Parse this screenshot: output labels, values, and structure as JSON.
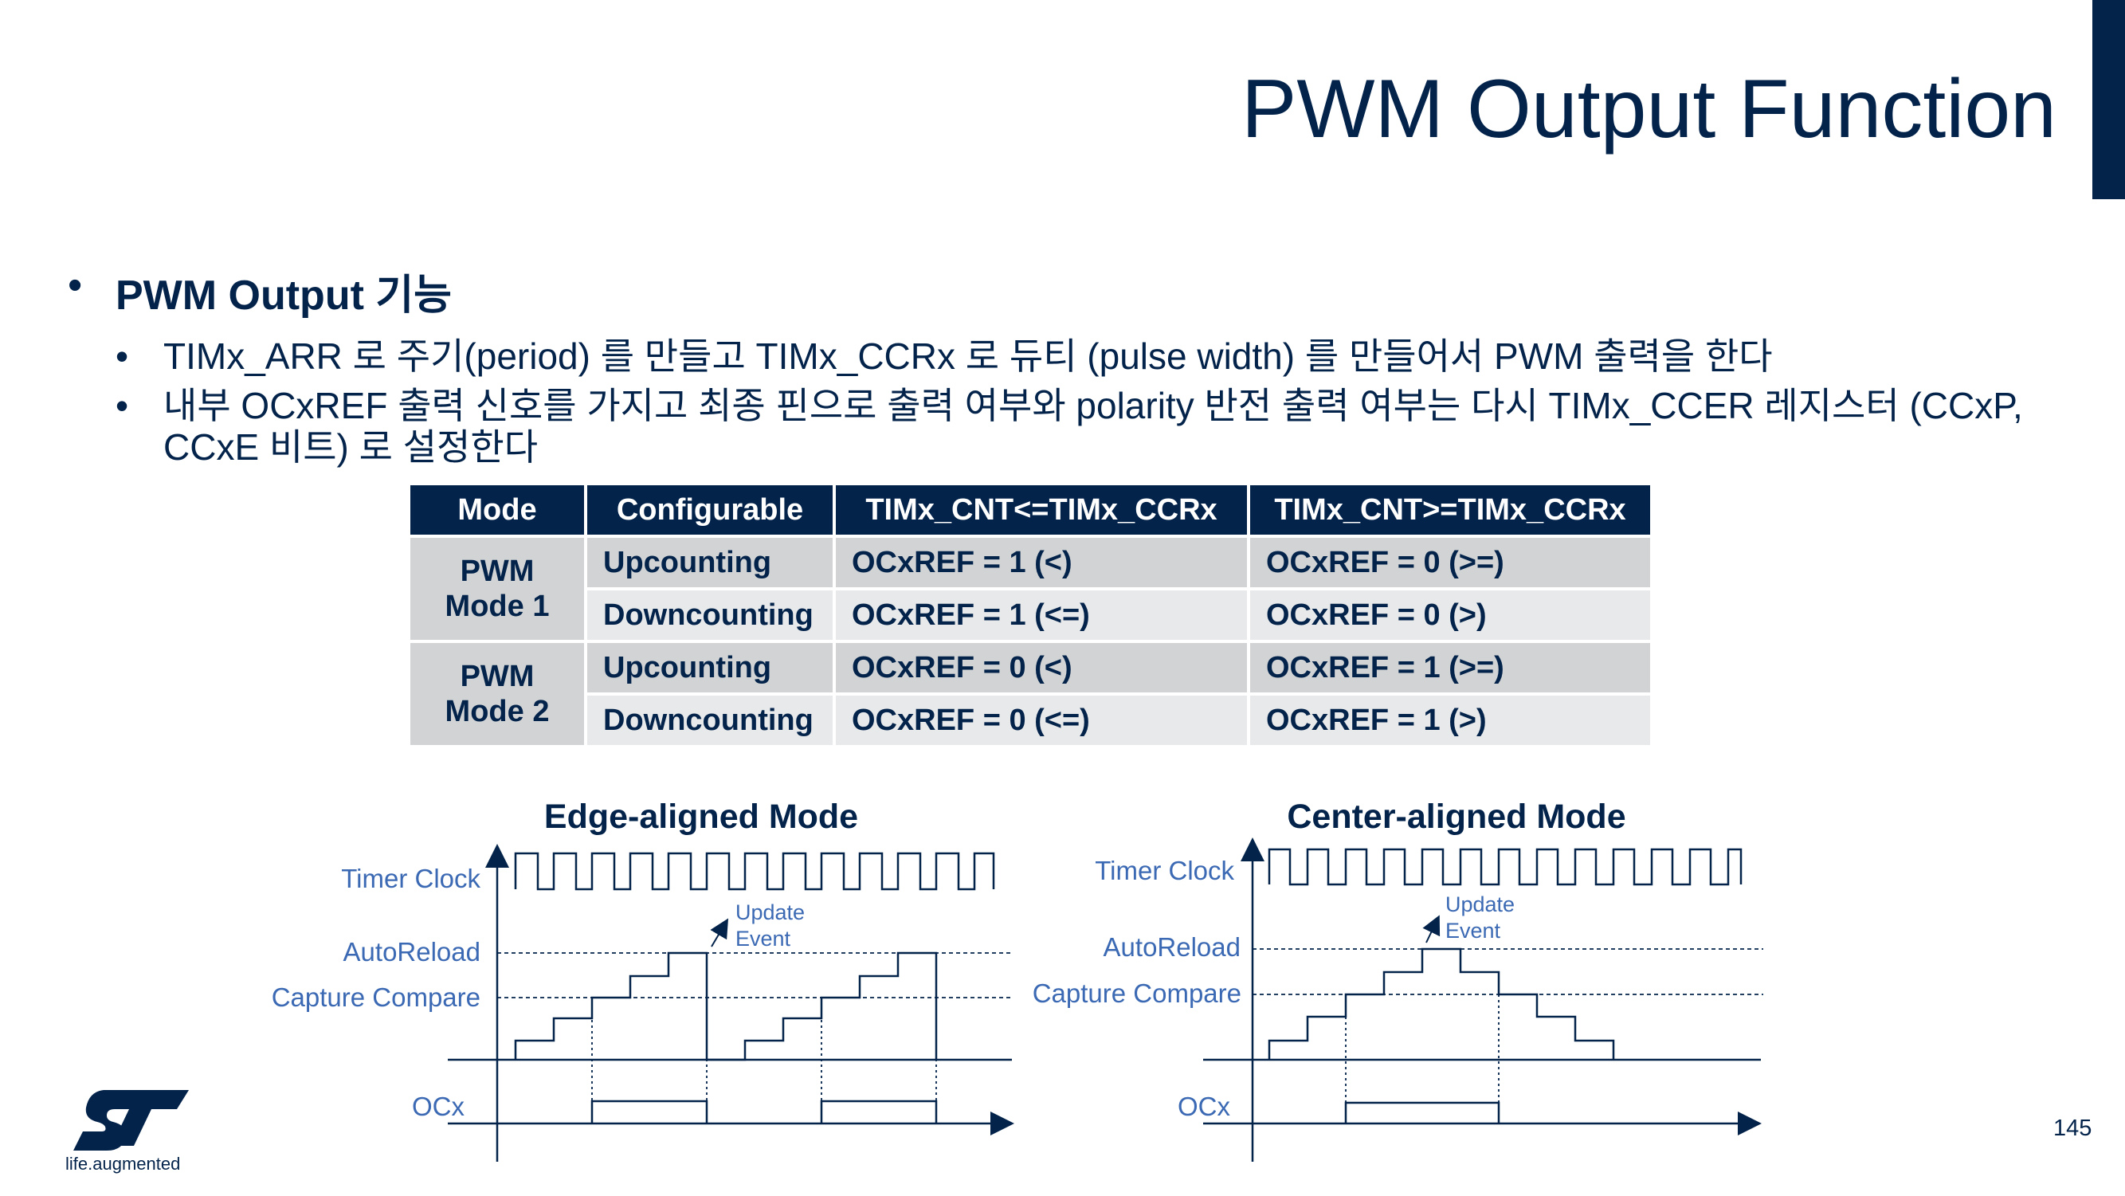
{
  "title": "PWM Output Function",
  "bullets": {
    "level1": "PWM Output 기능",
    "level2": [
      "TIMx_ARR 로 주기(period) 를 만들고 TIMx_CCRx 로 듀티 (pulse width) 를 만들어서 PWM 출력을 한다",
      "내부 OCxREF 출력 신호를 가지고 최종 핀으로 출력 여부와 polarity 반전 출력 여부는 다시 TIMx_CCER 레지스터 (CCxP, CCxE 비트) 로 설정한다"
    ]
  },
  "table": {
    "headers": [
      "Mode",
      "Configurable",
      "TIMx_CNT<=TIMx_CCRx",
      "TIMx_CNT>=TIMx_CCRx"
    ],
    "groups": [
      {
        "mode_line1": "PWM",
        "mode_line2": "Mode 1",
        "rows": [
          [
            "Upcounting",
            "OCxREF = 1 (<)",
            "OCxREF = 0 (>=)"
          ],
          [
            "Downcounting",
            "OCxREF = 1 (<=)",
            "OCxREF = 0 (>)"
          ]
        ]
      },
      {
        "mode_line1": "PWM",
        "mode_line2": "Mode 2",
        "rows": [
          [
            "Upcounting",
            "OCxREF = 0 (<)",
            "OCxREF = 1 (>=)"
          ],
          [
            "Downcounting",
            "OCxREF = 0 (<=)",
            "OCxREF = 1 (>)"
          ]
        ]
      }
    ]
  },
  "diagrams": {
    "edge": {
      "title": "Edge-aligned Mode",
      "timer_clock": "Timer Clock",
      "auto_reload": "AutoReload",
      "capture_compare": "Capture Compare",
      "ocx": "OCx",
      "update_line1": "Update",
      "update_line2": "Event"
    },
    "center": {
      "title": "Center-aligned Mode",
      "timer_clock": "Timer Clock",
      "auto_reload": "AutoReload",
      "capture_compare": "Capture Compare",
      "ocx": "OCx",
      "update_line1": "Update",
      "update_line2": "Event"
    }
  },
  "logo_tagline": "life.augmented",
  "page_number": "145",
  "colors": {
    "navy": "#03234b",
    "label_blue": "#3b69b3",
    "row_dark": "#d1d3d4",
    "row_light": "#e8e9ea"
  }
}
